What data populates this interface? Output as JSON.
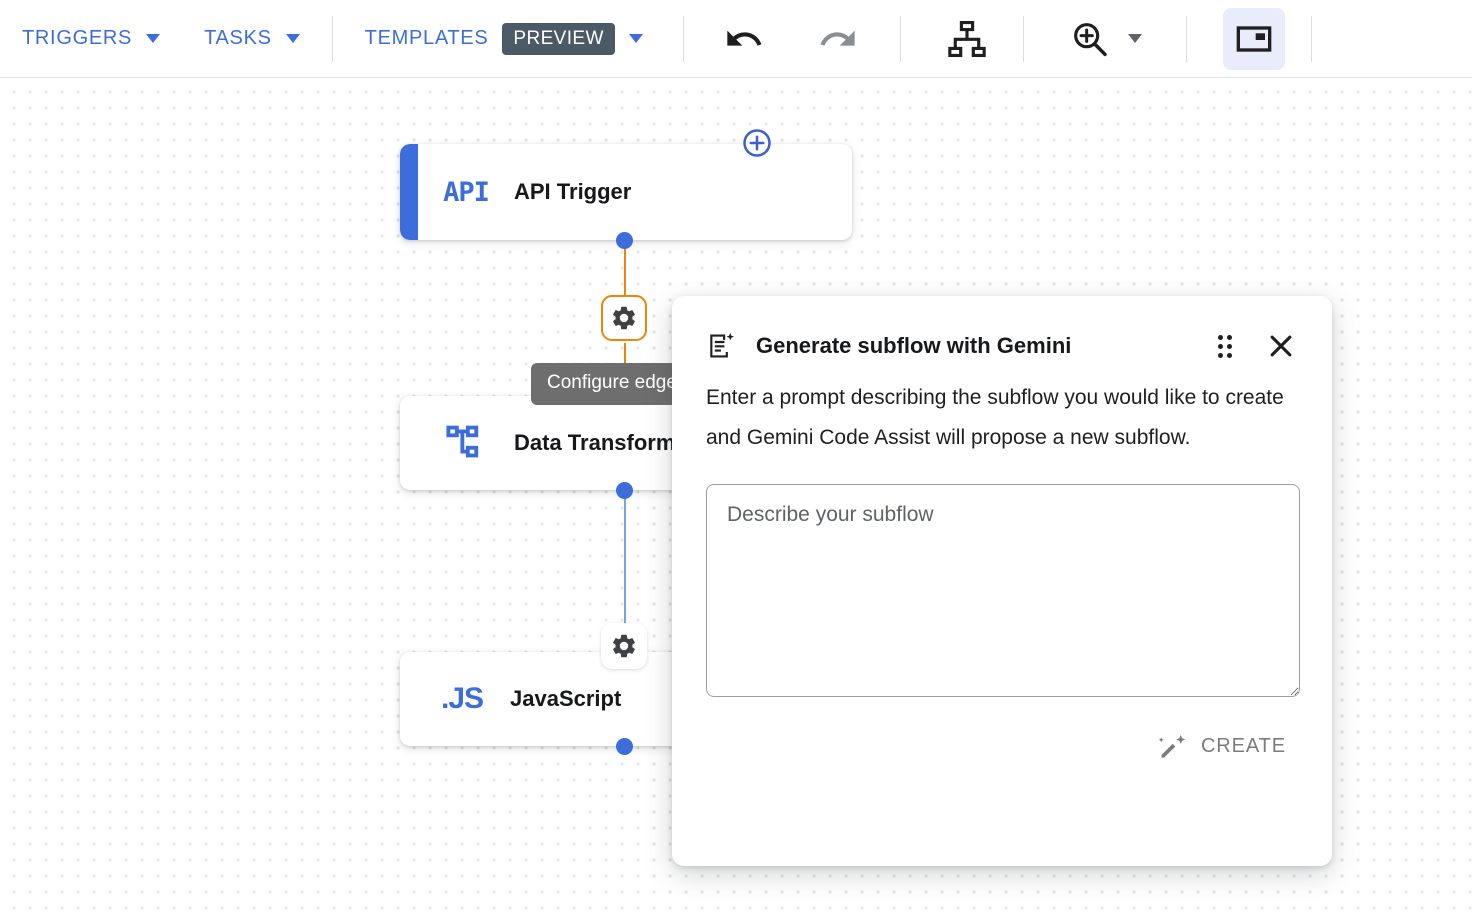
{
  "toolbar": {
    "triggers_label": "TRIGGERS",
    "tasks_label": "TASKS",
    "templates_label": "TEMPLATES",
    "preview_badge": "PREVIEW",
    "undo_icon": "undo-icon",
    "redo_icon": "redo-icon",
    "layout_icon": "account-tree-icon",
    "zoom_icon": "zoom-in-icon",
    "minimap_icon": "picture-in-picture-icon",
    "accent_color": "#3c6ddb",
    "preview_badge_color": "#4b5a66",
    "active_button_bg": "#e8ecfb"
  },
  "canvas": {
    "grid": "dots",
    "nodes": [
      {
        "id": "api-trigger",
        "icon_text": "API",
        "label": "API Trigger",
        "accent_bar_color": "#3c6ddb",
        "has_accent_bar": true
      },
      {
        "id": "data-transformer",
        "icon_name": "schema-icon",
        "label": "Data Transformer",
        "has_accent_bar": false
      },
      {
        "id": "javascript",
        "icon_text": ".JS",
        "label": "JavaScript",
        "has_accent_bar": false
      }
    ],
    "edges": [
      {
        "id": "edge-1",
        "from": "api-trigger",
        "to": "data-transformer",
        "color": "#e8870c",
        "state": "hovered",
        "gear_icon": "gear-icon"
      },
      {
        "id": "edge-2",
        "from": "data-transformer",
        "to": "javascript",
        "color": "#7ba0ea",
        "state": "normal",
        "gear_icon": "gear-icon"
      }
    ],
    "add_node_icon": "add-circle-icon",
    "tooltip": {
      "text": "Configure edge"
    }
  },
  "dialog": {
    "title": "Generate subflow with Gemini",
    "title_icon": "generate-doc-sparkle-icon",
    "drag_handle_icon": "drag-handle-icon",
    "close_icon": "close-icon",
    "body_text": "Enter a prompt describing the subflow you would like to create and Gemini Code Assist will propose a new subflow.",
    "textarea": {
      "value": "",
      "placeholder": "Describe your subflow"
    },
    "create_label": "CREATE",
    "create_icon": "magic-wand-icon",
    "create_enabled": false
  }
}
